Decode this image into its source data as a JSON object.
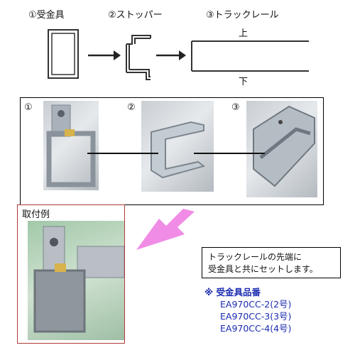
{
  "steps": {
    "one": "①受金具",
    "two": "②ストッパー",
    "three": "③トラックレール"
  },
  "rail_top": "上",
  "rail_bottom": "下",
  "photo_markers": [
    "①",
    "②",
    "③"
  ],
  "example_title": "取付例",
  "note_lines": [
    "トラックレールの先端に",
    "受金具と共にセットします。"
  ],
  "parts": {
    "title": "※ 受金具品番",
    "items": [
      "EA970CC-2(2号)",
      "EA970CC-3(3号)",
      "EA970CC-4(4号)"
    ]
  },
  "colors": {
    "arrow": "#f08ce6",
    "parts_text": "#1a2bb0",
    "example_border": "#b03a3a"
  },
  "icons": [
    "right-arrow-icon",
    "diagonal-arrow-icon"
  ]
}
